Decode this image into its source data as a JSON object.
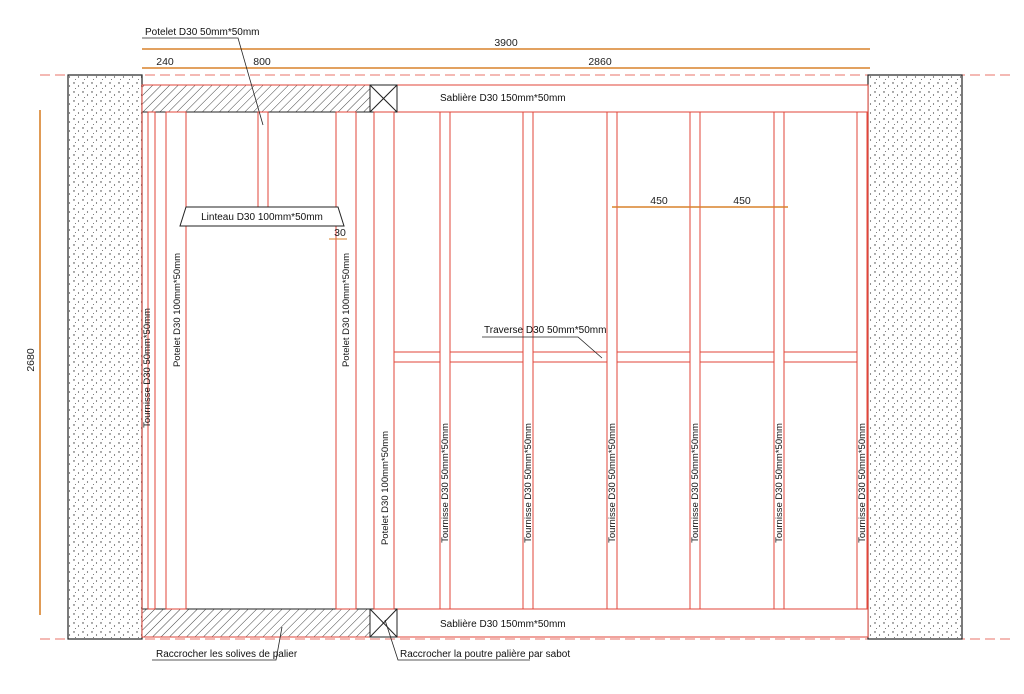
{
  "dimensions": {
    "total": "3900",
    "left": "240",
    "opening": "800",
    "right": "2860",
    "height": "2680",
    "spacing_1": "450",
    "spacing_2": "450",
    "gap": "30"
  },
  "labels": {
    "potelet_top": "Potelet D30 50mm*50mm",
    "sabliere_top": "Sablière D30 150mm*50mm",
    "sabliere_bottom": "Sablière D30 150mm*50mm",
    "linteau": "Linteau D30 100mm*50mm",
    "traverse": "Traverse D30 50mm*50mm",
    "tournisse_left": "Tournisse D30 50mm*50mm",
    "potelet_left": "Potelet D30 100mm*50mm",
    "potelet_right": "Potelet D30 100mm*50mm",
    "potelet_main": "Potelet D30 100mm*50mm",
    "tournisse_1": "Tournisse D30 50mm*50mm",
    "tournisse_2": "Tournisse D30 50mm*50mm",
    "tournisse_3": "Tournisse D30 50mm*50mm",
    "tournisse_4": "Tournisse D30 50mm*50mm",
    "tournisse_5": "Tournisse D30 50mm*50mm",
    "tournisse_6": "Tournisse D30 50mm*50mm",
    "note_left": "Raccrocher les solives de palier",
    "note_right": "Raccrocher la poutre palière par sabot"
  }
}
